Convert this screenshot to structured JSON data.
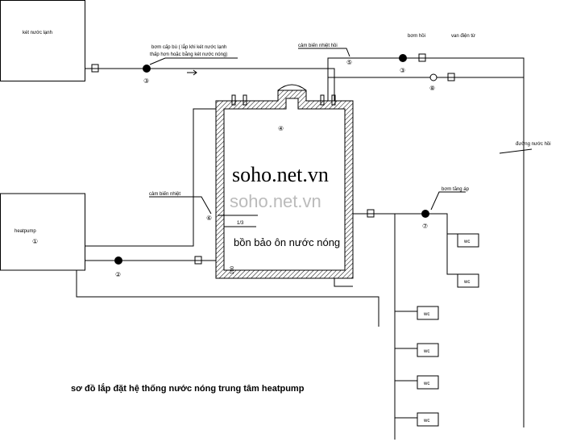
{
  "labels": {
    "cold_tank": "két nước lạnh",
    "heatpump": "heatpump",
    "makeup_pump_1": "bơm cấp bù ( lắp khi két nước lạnh",
    "makeup_pump_2": "thấp hơn hoặc bằng két nước nóng)",
    "return_sensor": "cảm biến nhiệt hồi",
    "return_pump": "bơm hồi",
    "solenoid_valve": "van điện từ",
    "return_line": "đường nước hồi",
    "temp_sensor": "cảm biến nhiệt",
    "booster_pump": "bơm tăng áp",
    "tank": "bồn bảo ôn nước nóng",
    "third": "1/3",
    "height": "100",
    "wc": "wc",
    "title": "sơ đồ lắp đặt hệ thống nước nóng trung tâm heatpump"
  },
  "watermark": "soho.net.vn",
  "numbers": {
    "n1": "①",
    "n2": "②",
    "n3": "③",
    "n4": "④",
    "n5": "⑤",
    "n6": "⑥",
    "n7": "⑦",
    "n8": "⑧"
  }
}
